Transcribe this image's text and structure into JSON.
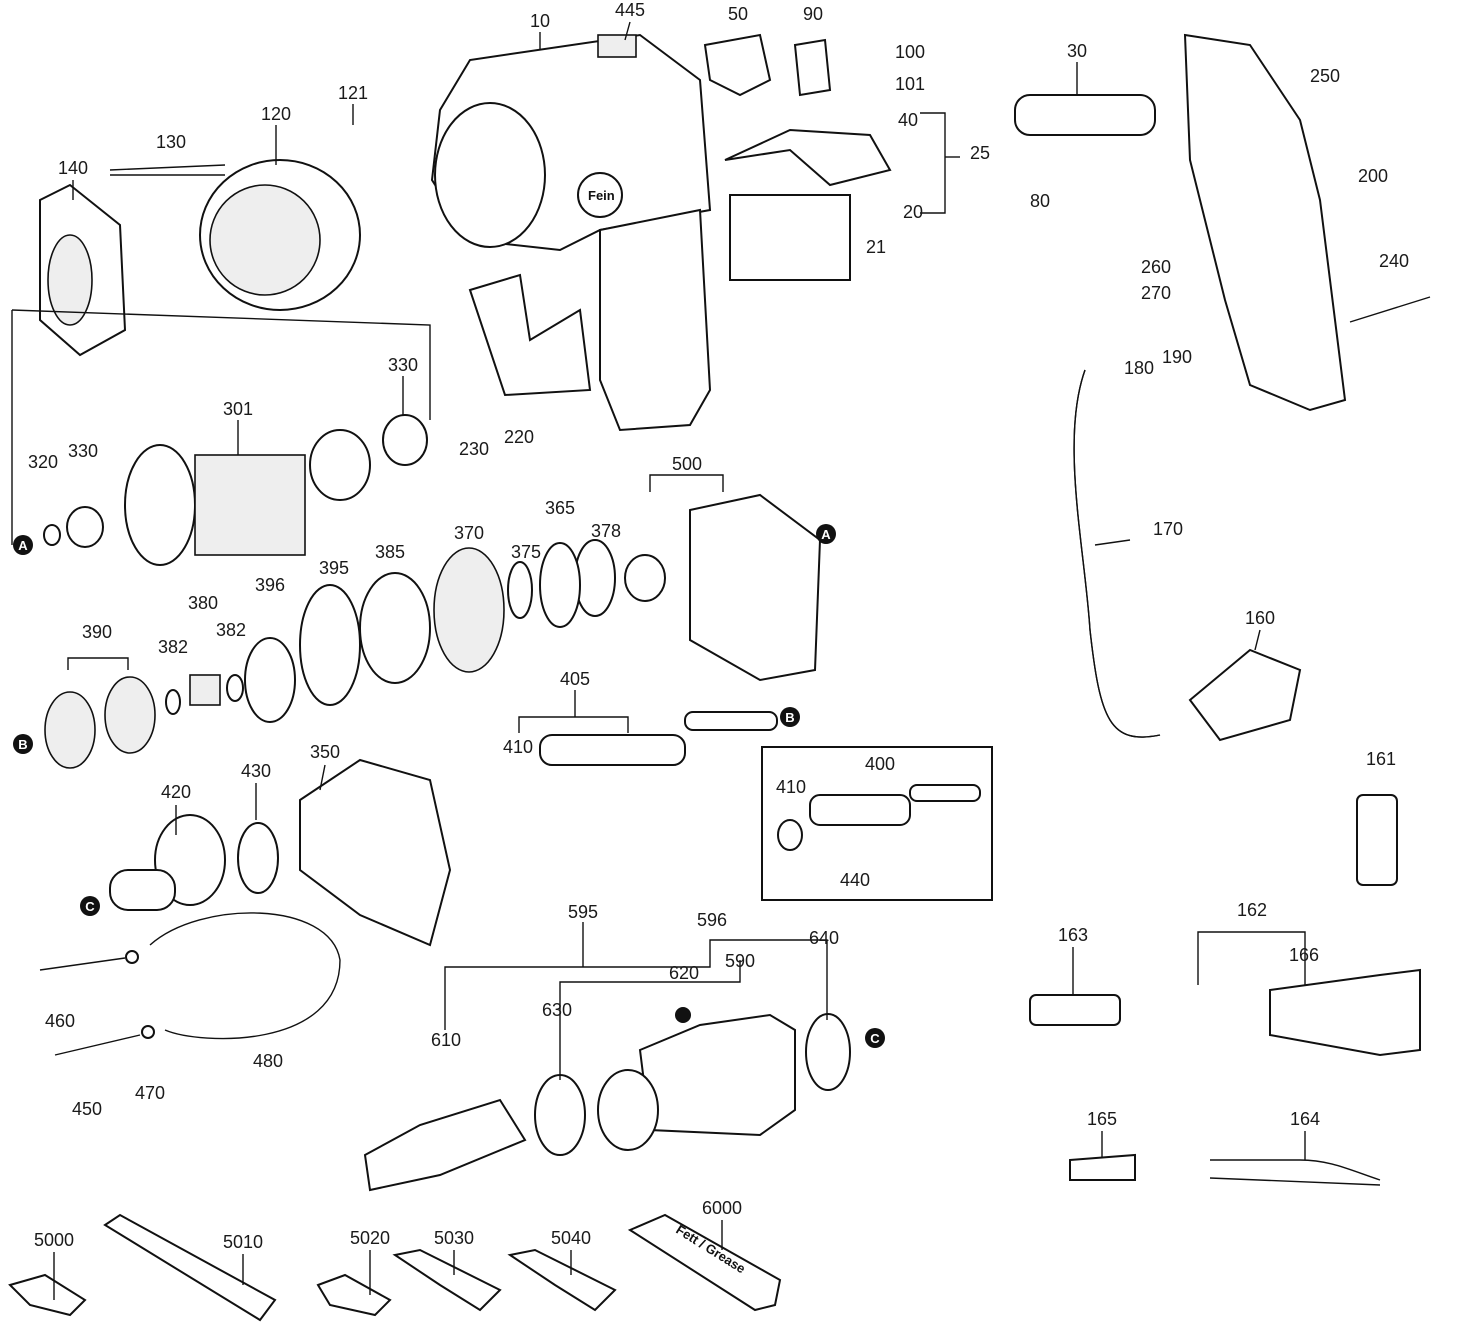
{
  "labels": [
    "10",
    "445",
    "50",
    "90",
    "100",
    "101",
    "121",
    "120",
    "130",
    "140",
    "30",
    "250",
    "200",
    "40",
    "25",
    "20",
    "21",
    "80",
    "260",
    "270",
    "240",
    "330",
    "301",
    "320",
    "330",
    "230",
    "220",
    "180",
    "190",
    "170",
    "500",
    "370",
    "365",
    "385",
    "395",
    "375",
    "378",
    "396",
    "380",
    "382",
    "382",
    "390",
    "160",
    "405",
    "410",
    "400",
    "410",
    "440",
    "161",
    "420",
    "430",
    "350",
    "595",
    "596",
    "640",
    "590",
    "620",
    "630",
    "610",
    "460",
    "480",
    "470",
    "450",
    "162",
    "163",
    "166",
    "165",
    "164",
    "5000",
    "5010",
    "5020",
    "5030",
    "5040",
    "6000"
  ],
  "markers": [
    "A",
    "A",
    "B",
    "B",
    "C",
    "C"
  ],
  "grease_tube_text": "Fett / Grease",
  "logo_text": "Fein"
}
